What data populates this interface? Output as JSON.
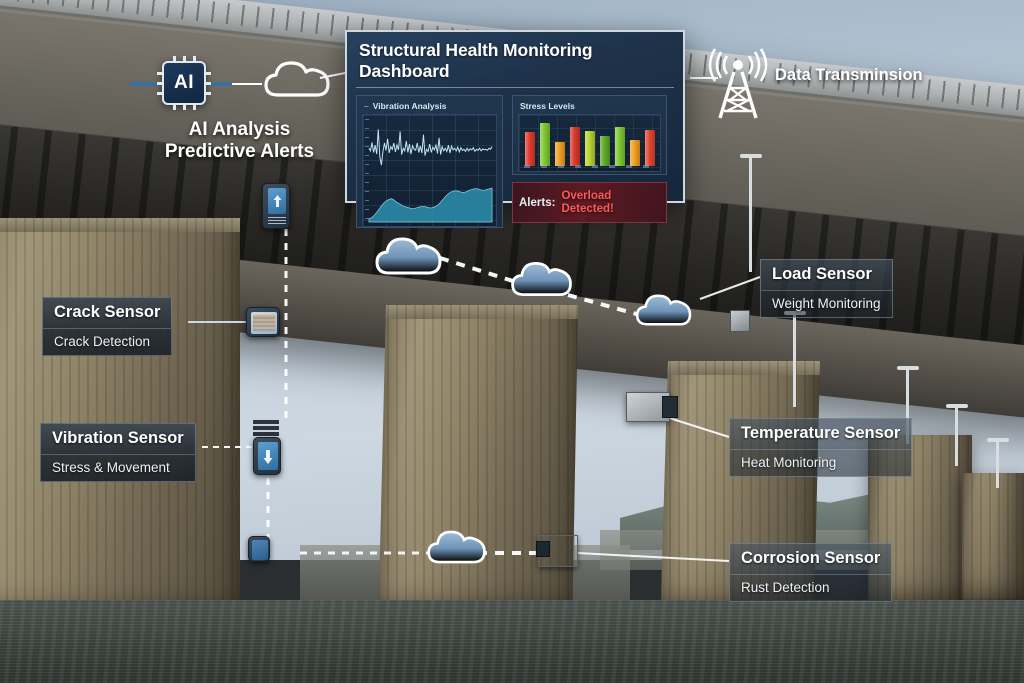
{
  "scene": {
    "alt": "IoT structural health monitoring of a concrete bridge"
  },
  "dashboard": {
    "title": "Structural Health Monitoring Dashboard",
    "vibration_card": {
      "collapse_glyph": "–",
      "title": "Vibration Analysis"
    },
    "stress_card": {
      "title": "Stress Levels"
    },
    "alerts": {
      "label": "Alerts:",
      "message_line1": "Overload",
      "message_line2": "Detected!",
      "color": "#ff5a5a"
    }
  },
  "ai_node": {
    "icon": "ai-chip-icon",
    "chip_text": "AI",
    "line1": "AI Analysis",
    "line2": "Predictive Alerts"
  },
  "transmission_node": {
    "icon": "radio-tower-icon",
    "label": "Data Transminsion"
  },
  "callouts": [
    {
      "id": "crack",
      "title": "Crack Sensor",
      "subtitle": "Crack Detection",
      "style": "solid"
    },
    {
      "id": "vibration",
      "title": "Vibration Sensor",
      "subtitle": "Stress & Movement",
      "style": "solid"
    },
    {
      "id": "load",
      "title": "Load Sensor",
      "subtitle": "Weight Monitoring",
      "style": "glass"
    },
    {
      "id": "temperature",
      "title": "Temperature Sensor",
      "subtitle": "Heat Monitoring",
      "style": "glass"
    },
    {
      "id": "corrosion",
      "title": "Corrosion Sensor",
      "subtitle": "Rust Detection",
      "style": "glass"
    }
  ],
  "devices": [
    {
      "id": "load-sensor-device",
      "icon": "sensor-box-icon"
    },
    {
      "id": "crack-sensor-device",
      "icon": "sensor-panel-icon"
    },
    {
      "id": "vibration-sensor-device",
      "icon": "sensor-transmitter-icon"
    },
    {
      "id": "corrosion-sensor-device",
      "icon": "sensor-small-icon"
    },
    {
      "id": "temperature-sensor-device",
      "icon": "sensor-cabinet-icon"
    }
  ],
  "clouds": [
    {
      "id": "cloud-ai"
    },
    {
      "id": "cloud-1"
    },
    {
      "id": "cloud-2"
    },
    {
      "id": "cloud-3"
    },
    {
      "id": "cloud-4"
    }
  ],
  "colors": {
    "panel_bg": "#1d3148",
    "panel_border": "#cfd8e2",
    "alert_red": "#ff5a5a",
    "callout_bg": "#2a323a",
    "cloud_blue": "#6f93b8",
    "accent_line": "#ffffff"
  },
  "chart_data": [
    {
      "type": "line",
      "title": "Vibration Analysis",
      "xlabel": "",
      "ylabel": "",
      "grid": true,
      "legend": "none",
      "ylim": [
        0,
        100
      ],
      "series": [
        {
          "name": "Vibration waveform",
          "color": "#bfe6f5",
          "values": [
            52,
            47,
            63,
            44,
            58,
            41,
            88,
            36,
            20,
            46,
            62,
            48,
            70,
            43,
            55,
            50,
            62,
            45,
            58,
            49,
            84,
            40,
            52,
            47,
            66,
            44,
            60,
            41,
            57,
            50,
            48,
            62,
            44,
            56,
            43,
            78,
            38,
            50,
            46,
            60,
            44,
            54,
            49,
            58,
            42,
            72,
            40,
            55,
            47,
            52,
            46,
            58,
            43,
            56,
            49,
            52,
            47,
            54,
            45,
            53,
            48,
            50,
            46,
            52,
            47,
            51,
            49,
            53,
            46,
            50,
            48,
            52,
            47,
            51,
            49,
            50,
            48,
            52,
            50,
            55
          ]
        },
        {
          "name": "Trend area",
          "color": "#2d8fae",
          "type": "area",
          "values": [
            4,
            6,
            9,
            13,
            18,
            23,
            27,
            30,
            32,
            33,
            31,
            28,
            26,
            24,
            22,
            21,
            20,
            19,
            19,
            20,
            21,
            22,
            22,
            21,
            20,
            20,
            21,
            23,
            26,
            30,
            34,
            38,
            41,
            43,
            44,
            44,
            43,
            42,
            42,
            43,
            45,
            46,
            47,
            47,
            46,
            45,
            45,
            46,
            47,
            48
          ]
        }
      ]
    },
    {
      "type": "bar",
      "title": "Stress Levels",
      "xlabel": "",
      "ylabel": "",
      "grid": true,
      "ylim": [
        0,
        100
      ],
      "categories": [
        "1",
        "2",
        "3",
        "4",
        "5",
        "6",
        "7",
        "8",
        "9"
      ],
      "values": [
        72,
        92,
        52,
        82,
        74,
        64,
        84,
        56,
        76
      ],
      "bar_colors": [
        "#e03b2e",
        "#7ec832",
        "#f0a020",
        "#d8382c",
        "#b6d431",
        "#5ea82a",
        "#7ec832",
        "#f0a020",
        "#e0452e"
      ]
    }
  ]
}
